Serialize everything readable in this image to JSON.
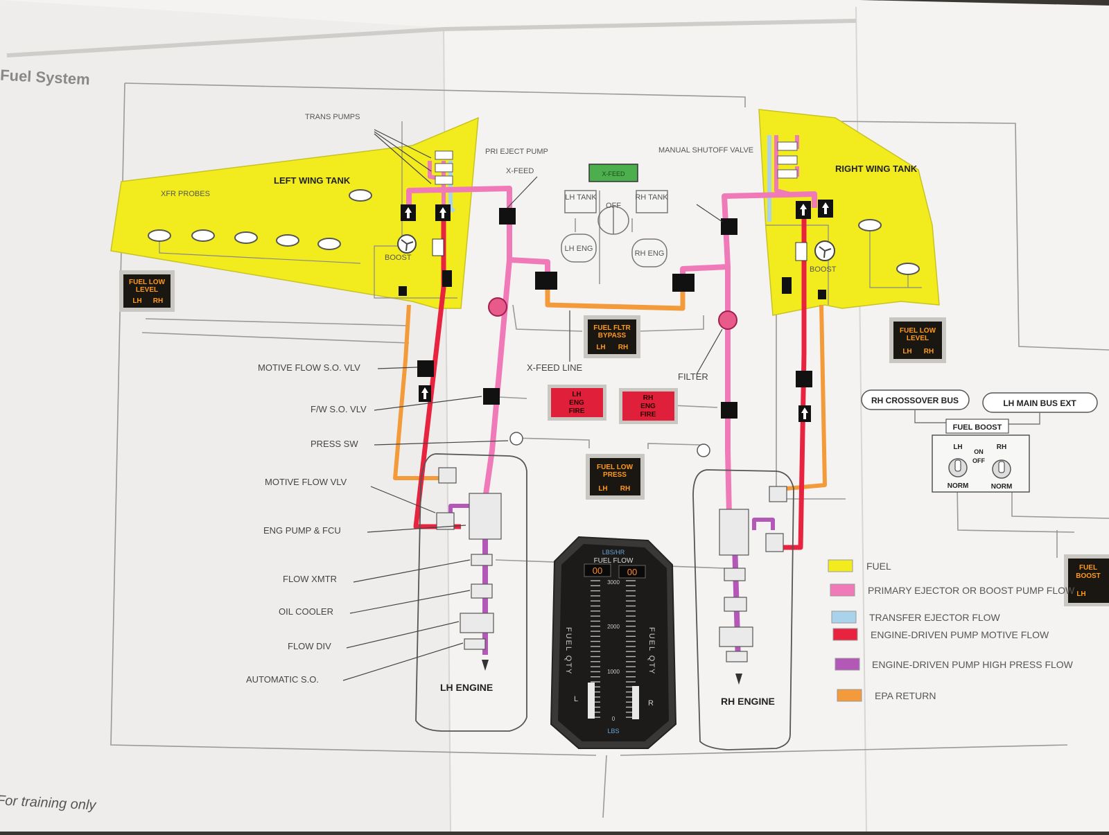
{
  "header": {
    "title": "Fuel System"
  },
  "footer": {
    "note": "For training only"
  },
  "colors": {
    "fuel": "#f2ec1e",
    "primary_ejector": "#f07ab8",
    "transfer_ejector": "#a9d3ea",
    "motive_flow": "#e8233f",
    "high_press_flow": "#b458b8",
    "epa_return": "#f39a3a",
    "paper": "#f4f3f1",
    "annunciator_bg": "#1a1612",
    "annunciator_text": "#ff9a1a",
    "fire_light": "#e0203a",
    "green_light": "#4cae4c"
  },
  "wings": {
    "left": {
      "name": "LEFT WING TANK"
    },
    "right": {
      "name": "RIGHT WING TANK"
    }
  },
  "labels": {
    "trans_pumps": "TRANS PUMPS",
    "xfr_probes": "XFR PROBES",
    "pri_eject_pump": "PRI EJECT PUMP",
    "x_feed": "X-FEED",
    "manual_shutoff_valve": "MANUAL SHUTOFF VALVE",
    "boost": "BOOST",
    "x_feed_line": "X-FEED LINE",
    "filter": "FILTER",
    "motive_flow_so_vlv": "MOTIVE FLOW S.O. VLV",
    "fw_so_vlv": "F/W S.O. VLV",
    "press_sw": "PRESS SW",
    "motive_flow_vlv": "MOTIVE FLOW VLV",
    "eng_pump_fcu": "ENG PUMP & FCU",
    "flow_xmtr": "FLOW XMTR",
    "oil_cooler": "OIL COOLER",
    "flow_div": "FLOW DIV",
    "automatic_so": "AUTOMATIC S.O.",
    "lh_engine": "LH ENGINE",
    "rh_engine": "RH ENGINE"
  },
  "overhead": {
    "green_light": "X-FEED",
    "lh_tank": "LH TANK",
    "rh_tank": "RH TANK",
    "off": "OFF",
    "lh_eng": "LH ENG",
    "rh_eng": "RH ENG"
  },
  "annunciators": {
    "fuel_low_level_left": {
      "line1": "FUEL LOW",
      "line2": "LEVEL",
      "lh": "LH",
      "rh": "RH"
    },
    "fuel_fltr_bypass": {
      "line1": "FUEL FLTR",
      "line2": "BYPASS",
      "lh": "LH",
      "rh": "RH"
    },
    "fuel_low_level_right": {
      "line1": "FUEL LOW",
      "line2": "LEVEL",
      "lh": "LH",
      "rh": "RH"
    },
    "lh_eng_fire": {
      "line1": "LH",
      "line2": "ENG",
      "line3": "FIRE"
    },
    "rh_eng_fire": {
      "line1": "RH",
      "line2": "ENG",
      "line3": "FIRE"
    },
    "fuel_low_press": {
      "line1": "FUEL LOW",
      "line2": "PRESS",
      "lh": "LH",
      "rh": "RH"
    },
    "fuel_boost_edge": {
      "line1": "FUEL",
      "line2": "BOOST",
      "lh": "LH"
    }
  },
  "bus": {
    "rh_crossover": "RH CROSSOVER BUS",
    "lh_main_ext": "LH MAIN BUS EXT"
  },
  "switch_panel": {
    "title": "FUEL BOOST",
    "lh": "LH",
    "rh": "RH",
    "on": "ON",
    "off": "OFF",
    "norm_l": "NORM",
    "norm_r": "NORM"
  },
  "gauge": {
    "units_top": "LBS/HR",
    "title": "FUEL FLOW",
    "left_value": "00",
    "right_value": "00",
    "qty_left": "FUEL QTY",
    "qty_right": "FUEL QTY",
    "ticks": [
      "3000",
      "2000",
      "1000",
      "0"
    ],
    "left_label": "L",
    "right_label": "R",
    "units_bottom": "LBS"
  },
  "legend": [
    {
      "label": "FUEL",
      "color": "#f2ec1e"
    },
    {
      "label": "PRIMARY EJECTOR OR BOOST PUMP FLOW",
      "color": "#f07ab8"
    },
    {
      "label": "TRANSFER EJECTOR FLOW",
      "color": "#a9d3ea"
    },
    {
      "label": "ENGINE-DRIVEN PUMP MOTIVE FLOW",
      "color": "#e8233f"
    },
    {
      "label": "ENGINE-DRIVEN PUMP HIGH PRESS FLOW",
      "color": "#b458b8"
    },
    {
      "label": "EPA RETURN",
      "color": "#f39a3a"
    }
  ]
}
